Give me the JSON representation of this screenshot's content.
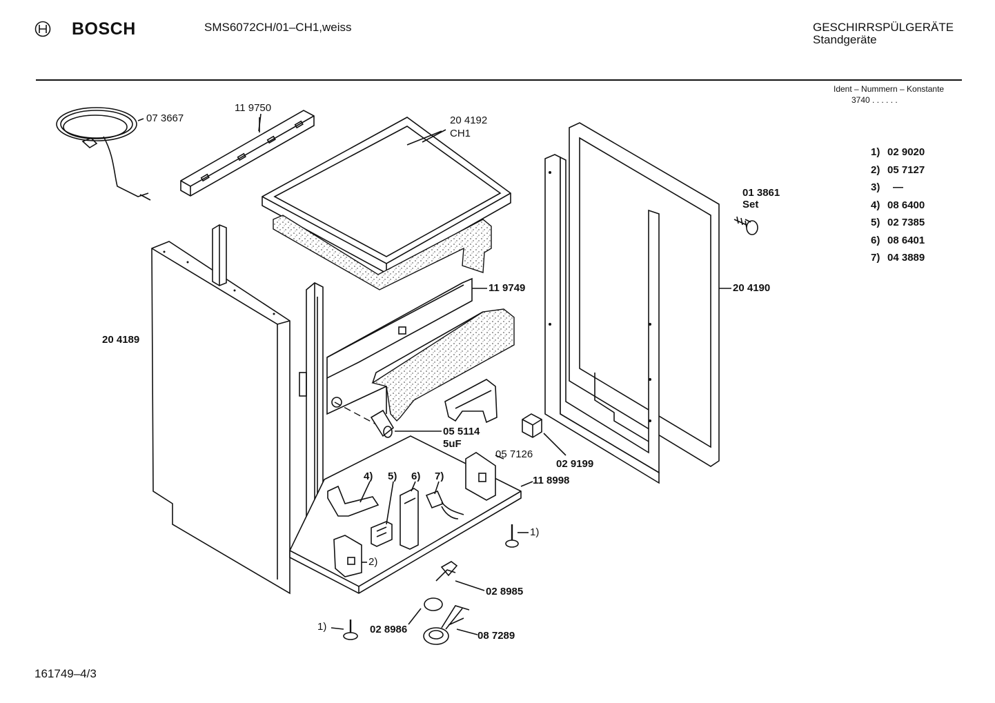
{
  "header": {
    "brand": "BOSCH",
    "model": "SMS6072CH/01–CH1,weiss",
    "category": "GESCHIRRSPÜLGERÄTE",
    "subcategory": "Standgeräte"
  },
  "ident": {
    "title": "Ident – Nummern – Konstante",
    "value": "3740  .  .    .  .  .  ."
  },
  "legend": [
    {
      "key": "1)",
      "value": "02 9020"
    },
    {
      "key": "2)",
      "value": "05 7127"
    },
    {
      "key": "3)",
      "value": "—"
    },
    {
      "key": "4)",
      "value": "08 6400"
    },
    {
      "key": "5)",
      "value": "02 7385"
    },
    {
      "key": "6)",
      "value": "08 6401"
    },
    {
      "key": "7)",
      "value": "04 3889"
    }
  ],
  "labels": {
    "cable": "07 3667",
    "rail_top": "11 9750",
    "worktop": "20 4192",
    "worktop_variant": "CH1",
    "screw_set": "01 3861",
    "screw_set_suffix": "Set",
    "rear_bracket": "11 9749",
    "right_panel": "20 4190",
    "left_panel": "20 4189",
    "capacitor": "05 5114",
    "capacitor_value": "5uF",
    "relay": "02 9199",
    "bracket": "05 7126",
    "base": "11 8998",
    "ref4": "4)",
    "ref5": "5)",
    "ref6": "6)",
    "ref7": "7)",
    "ref1a": "1)",
    "ref2": "2)",
    "switch": "02 8985",
    "float": "02 8986",
    "float_assembly": "08 7289",
    "ref1b": "1)"
  },
  "footer": {
    "drawing_number": "161749–4/3"
  }
}
